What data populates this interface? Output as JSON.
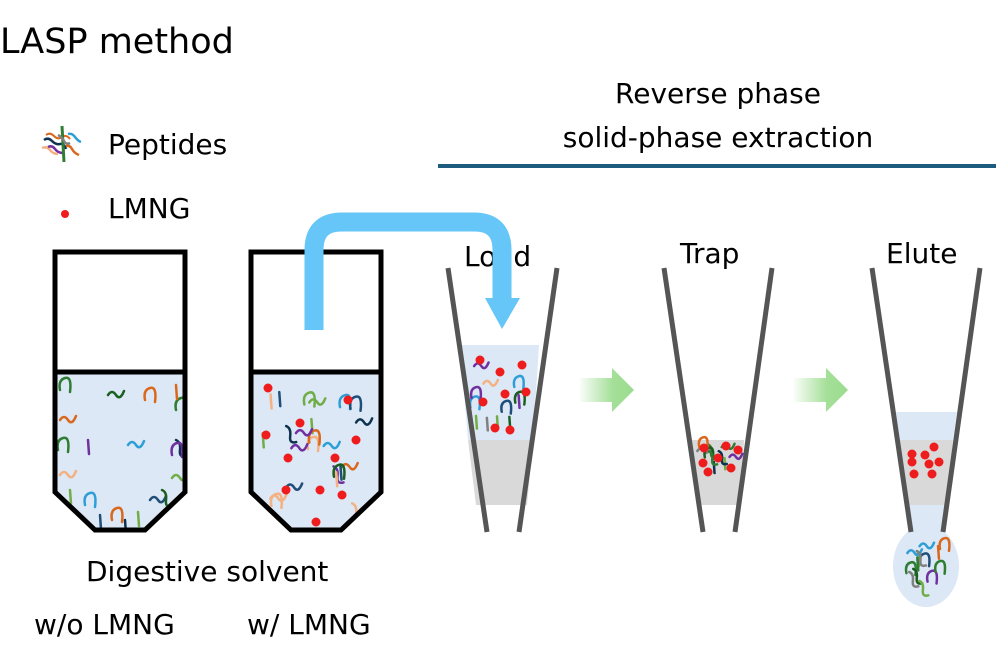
{
  "title": "LASP method",
  "spe_header": {
    "line1": "Reverse phase",
    "line2": "solid-phase extraction"
  },
  "legend": {
    "peptides": {
      "icon": "peptides-squiggle-icon",
      "label": "Peptides"
    },
    "lmng": {
      "icon": "red-dot-icon",
      "label": "LMNG"
    }
  },
  "steps": {
    "load": "Load",
    "trap": "Trap",
    "elute": "Elute"
  },
  "tubes": {
    "caption": "Digestive solvent",
    "without": "w/o LMNG",
    "with": "w/ LMNG"
  },
  "colors": {
    "solvent": "#dce8f5",
    "resin": "#d9d9d9",
    "lmng": "#ee1c1c",
    "transfer_arrow": "#66c6f7",
    "step_arrow": "#9bdc8e",
    "header_rule": "#1d5c7e",
    "tip_wall": "#555555",
    "peptide_palette": [
      "#1f4e79",
      "#0e3350",
      "#d9681e",
      "#7030a0",
      "#70ad47",
      "#2e7d32",
      "#808080",
      "#2e9fd6",
      "#f4b183",
      "#1b5e20"
    ]
  }
}
